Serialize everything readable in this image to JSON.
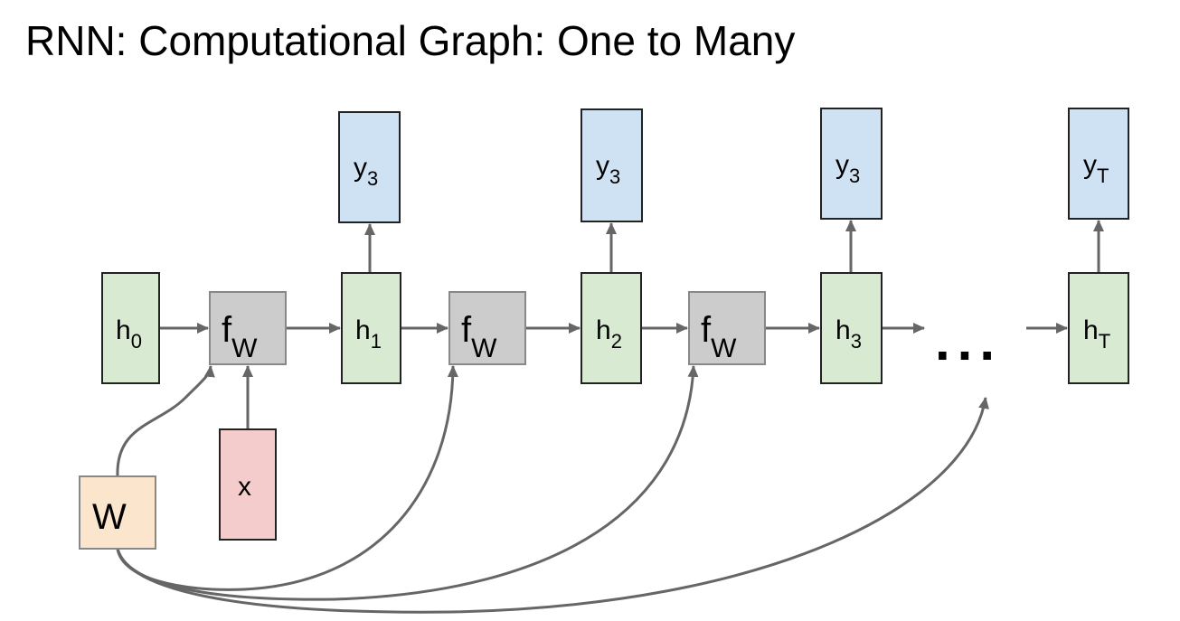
{
  "title": "RNN: Computational Graph: One to Many",
  "nodes": {
    "h0": {
      "base": "h",
      "sub": "0"
    },
    "h1": {
      "base": "h",
      "sub": "1"
    },
    "h2": {
      "base": "h",
      "sub": "2"
    },
    "h3": {
      "base": "h",
      "sub": "3"
    },
    "hT": {
      "base": "h",
      "sub": "T"
    },
    "y1": {
      "base": "y",
      "sub": "3"
    },
    "y2": {
      "base": "y",
      "sub": "3"
    },
    "y3": {
      "base": "y",
      "sub": "3"
    },
    "yT": {
      "base": "y",
      "sub": "T"
    },
    "f1": {
      "base": "f",
      "sub": "W"
    },
    "f2": {
      "base": "f",
      "sub": "W"
    },
    "f3": {
      "base": "f",
      "sub": "W"
    },
    "x": {
      "base": "x"
    },
    "W": {
      "base": "W"
    },
    "ellipsis": "..."
  },
  "colors": {
    "hidden": "#d9ead3",
    "output": "#cfe2f3",
    "function": "#cccccc",
    "input": "#f4cccc",
    "weight": "#fce5cd",
    "arrow": "#666666"
  }
}
